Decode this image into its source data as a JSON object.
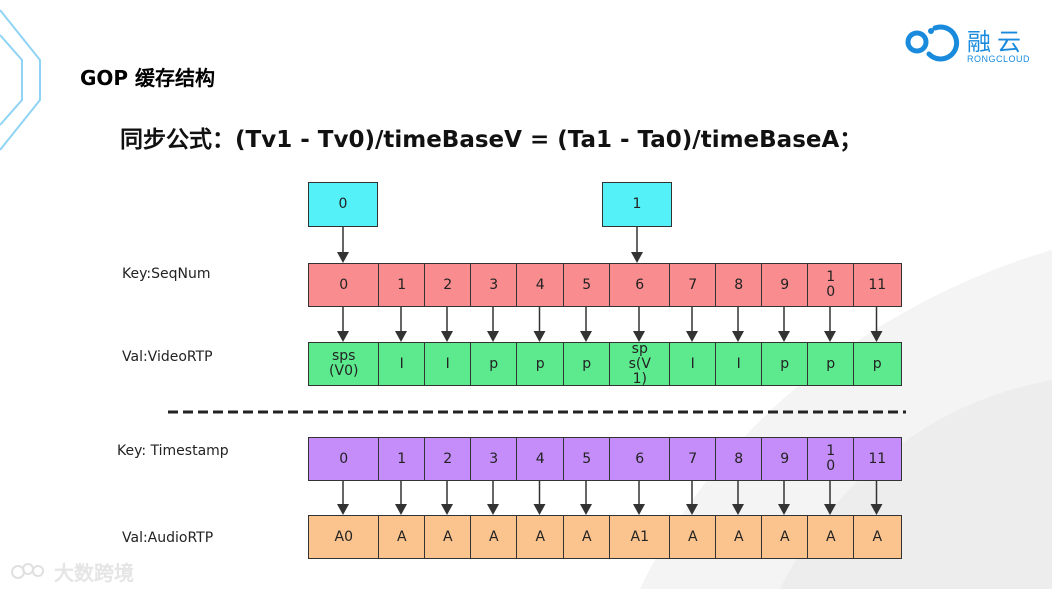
{
  "title": "GOP 缓存结构",
  "formula": "同步公式：(Tv1 - Tv0)/timeBaseV = (Ta1 - Ta0)/timeBaseA；",
  "logo": {
    "cn": "融云",
    "en": "RONGCLOUD"
  },
  "watermark": "大数跨境",
  "top_boxes": [
    "0",
    "1"
  ],
  "labels": {
    "seq": "Key:SeqNum",
    "video": "Val:VideoRTP",
    "ts": "Key: Timestamp",
    "audio": "Val:AudioRTP"
  },
  "seq_cells": [
    "0",
    "1",
    "2",
    "3",
    "4",
    "5",
    "6",
    "7",
    "8",
    "9",
    "1\n0",
    "11"
  ],
  "video_cells": [
    "sps\n(V0)",
    "I",
    "I",
    "p",
    "p",
    "p",
    "sp\ns(V\n1)",
    "I",
    "I",
    "p",
    "p",
    "p"
  ],
  "ts_cells": [
    "0",
    "1",
    "2",
    "3",
    "4",
    "5",
    "6",
    "7",
    "8",
    "9",
    "1\n0",
    "11"
  ],
  "audio_cells": [
    "A0",
    "A",
    "A",
    "A",
    "A",
    "A",
    "A1",
    "A",
    "A",
    "A",
    "A",
    "A"
  ],
  "colors": {
    "seq": "#f98c8f",
    "video": "#5dea8f",
    "ts": "#c58df9",
    "audio": "#fbc48e",
    "top": "#54f2f8",
    "brand": "#1a8bdc"
  }
}
